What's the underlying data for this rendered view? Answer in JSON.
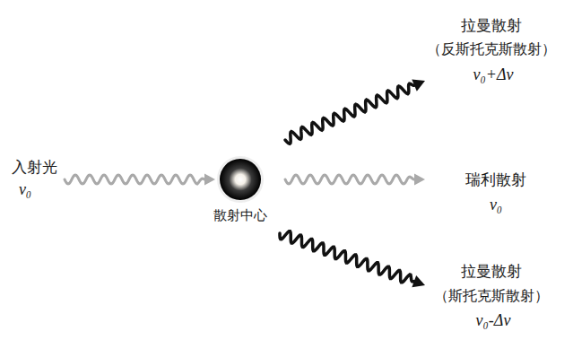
{
  "diagram": {
    "nodes": [
      {
        "text": [
          "散射中心"
        ]
      }
    ],
    "labels": [
      "入射光",
      "ν₀",
      "拉曼散射",
      "（反斯托克斯散射）",
      "ν₀+Δν",
      "瑞利散射",
      "ν₀",
      "拉曼散射",
      "（斯托克斯散射）",
      "ν₀-Δν"
    ]
  }
}
